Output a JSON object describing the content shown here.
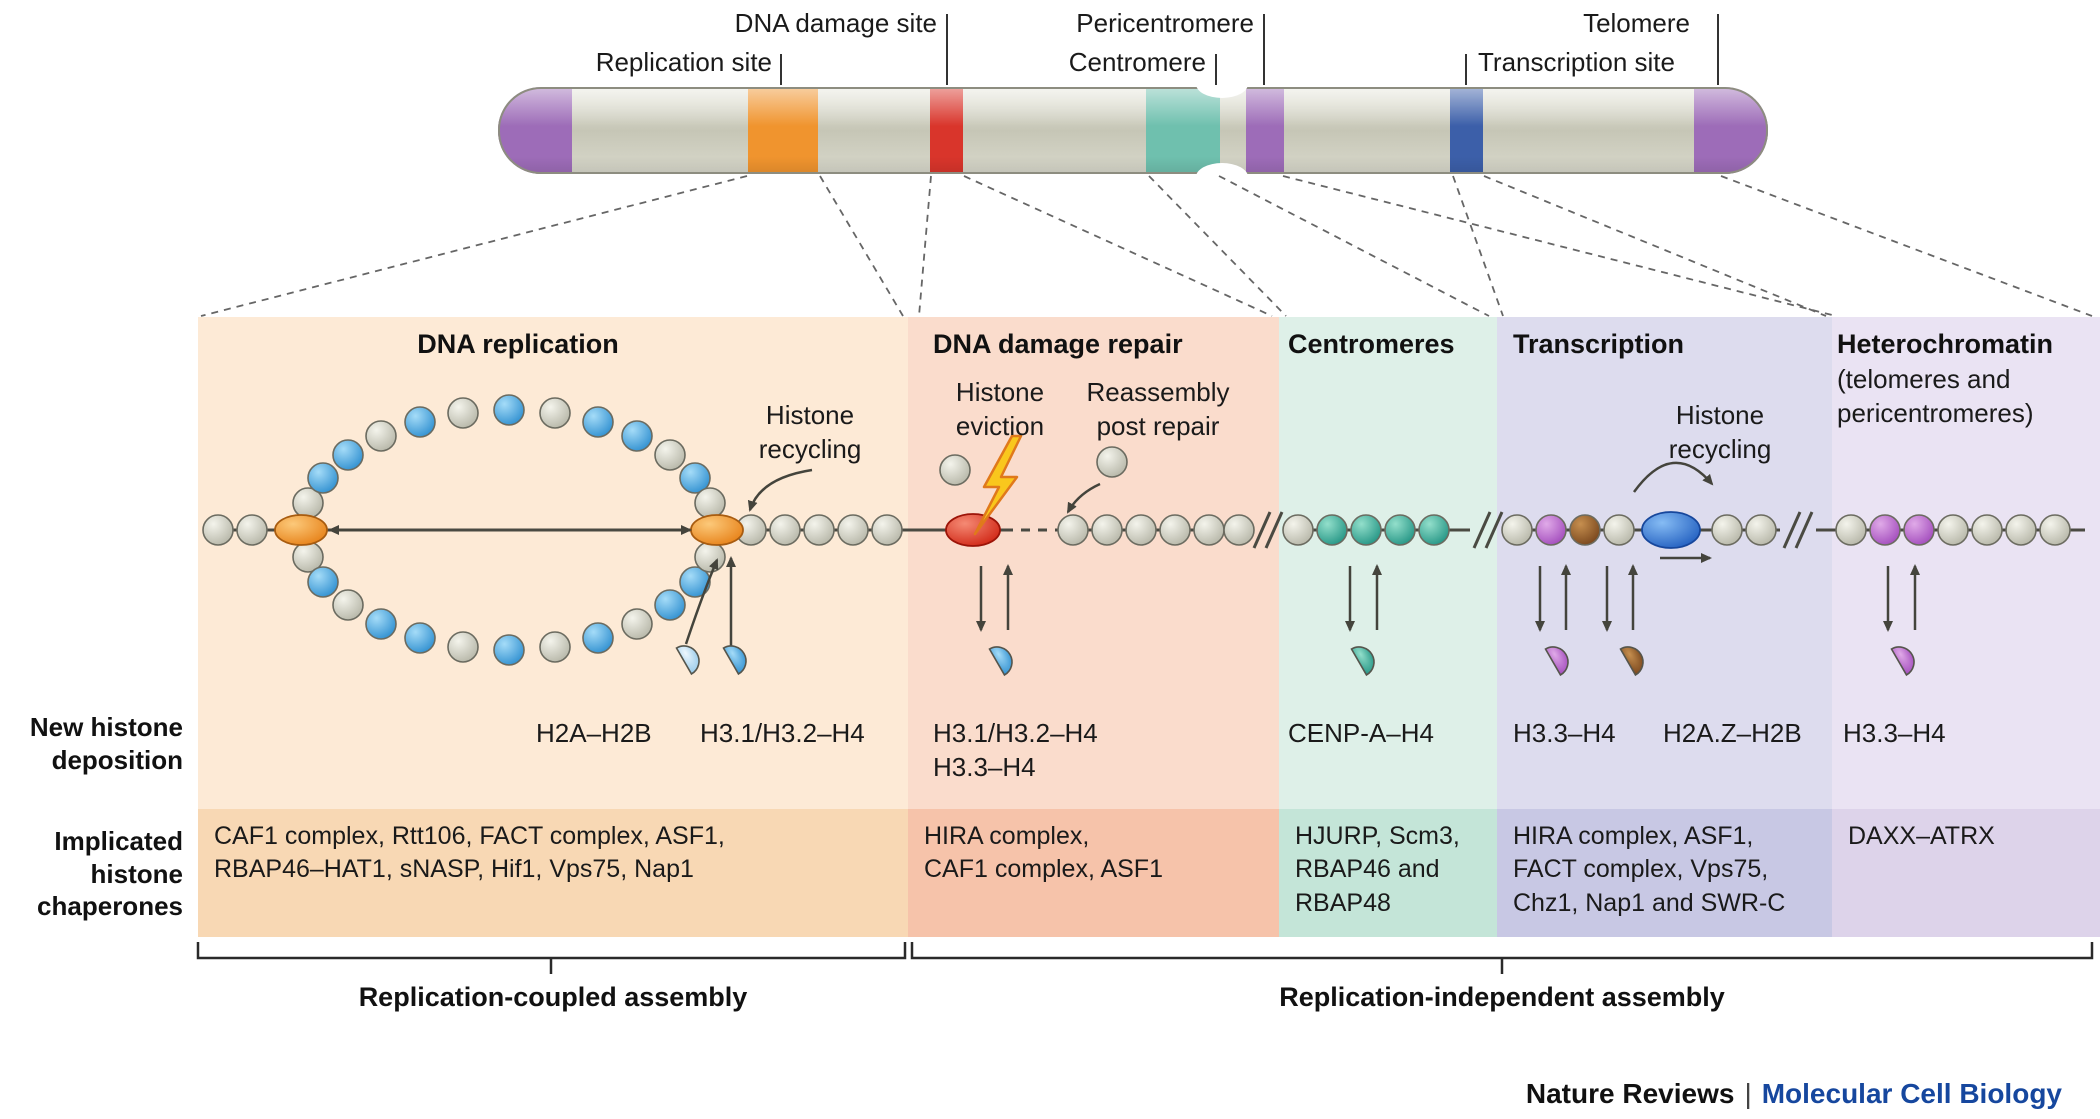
{
  "chromosome_map": {
    "replication_site": "Replication site",
    "dna_damage_site": "DNA damage site",
    "centromere": "Centromere",
    "pericentromere": "Pericentromere",
    "transcription_site": "Transcription site",
    "telomere": "Telomere"
  },
  "row_labels": {
    "new_histone_deposition": "New histone\ndeposition",
    "implicated_histone_chaperones": "Implicated\nhistone\nchaperones"
  },
  "panels": [
    {
      "title": "DNA replication",
      "histone_recycling": "Histone\nrecycling",
      "deposition": [
        "H2A–H2B",
        "H3.1/H3.2–H4"
      ],
      "chaperones": "CAF1 complex, Rtt106, FACT complex, ASF1,\nRBAP46–HAT1, sNASP, Hif1, Vps75, Nap1"
    },
    {
      "title": "DNA damage repair",
      "histone_eviction": "Histone\neviction",
      "reassembly": "Reassembly\npost repair",
      "deposition": [
        "H3.1/H3.2–H4\nH3.3–H4"
      ],
      "chaperones": "HIRA complex,\nCAF1 complex, ASF1"
    },
    {
      "title": "Centromeres",
      "deposition": [
        "CENP-A–H4"
      ],
      "chaperones": "HJURP, Scm3,\nRBAP46 and\nRBAP48"
    },
    {
      "title": "Transcription",
      "histone_recycling": "Histone\nrecycling",
      "deposition": [
        "H3.3–H4",
        "H2A.Z–H2B"
      ],
      "chaperones": "HIRA complex, ASF1,\nFACT complex, Vps75,\nChz1, Nap1 and SWR-C"
    },
    {
      "title": "Heterochromatin",
      "subtitle": "(telomeres and\npericentromeres)",
      "deposition": [
        "H3.3–H4"
      ],
      "chaperones": "DAXX–ATRX"
    }
  ],
  "assembly_brackets": {
    "coupled": "Replication-coupled assembly",
    "independent": "Replication-independent assembly"
  },
  "footer": {
    "brand": "Nature Reviews",
    "separator": "|",
    "journal": "Molecular Cell Biology"
  },
  "colors": {
    "replication_site_orange": "#f0942e",
    "dna_damage_red": "#d9352b",
    "centromere_teal": "#6fc0ae",
    "pericentromere_purple": "#9d6cb8",
    "transcription_blue": "#3c5fa9",
    "new_histone_blue": "#2a8cce",
    "journal_blue": "#16479e"
  }
}
